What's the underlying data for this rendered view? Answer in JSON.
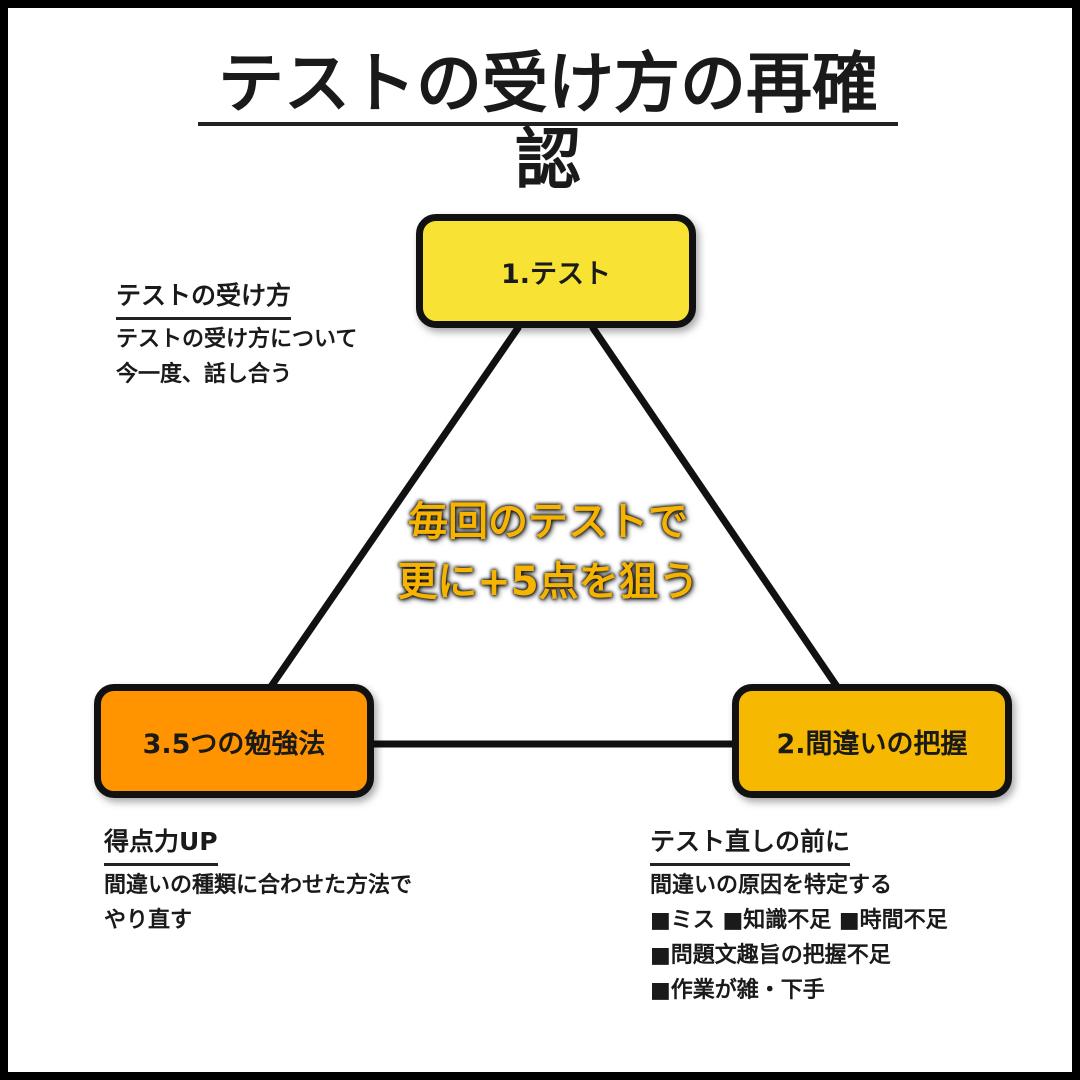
{
  "title": "テストの受け方の再確認",
  "colors": {
    "node_test": "#f8e234",
    "node_grasp": "#f6b800",
    "node_study": "#ff9400",
    "center_text": "#f6b400"
  },
  "nodes": {
    "test": "1.テスト",
    "grasp": "2.間違いの把握",
    "study": "3.5つの勉強法"
  },
  "center_message": {
    "line1": "毎回のテストで",
    "line2": "更に+5点を狙う"
  },
  "sections": {
    "test_method": {
      "heading": "テストの受け方",
      "lines": [
        "テストの受け方について",
        "今一度、話し合う"
      ]
    },
    "score_up": {
      "heading": "得点力UP",
      "lines": [
        "間違いの種類に合わせた方法で",
        "やり直す"
      ]
    },
    "before_review": {
      "heading": "テスト直しの前に",
      "lines": [
        "間違いの原因を特定する",
        "■ミス ■知識不足 ■時間不足",
        "■問題文趣旨の把握不足",
        "■作業が雑・下手"
      ]
    }
  }
}
